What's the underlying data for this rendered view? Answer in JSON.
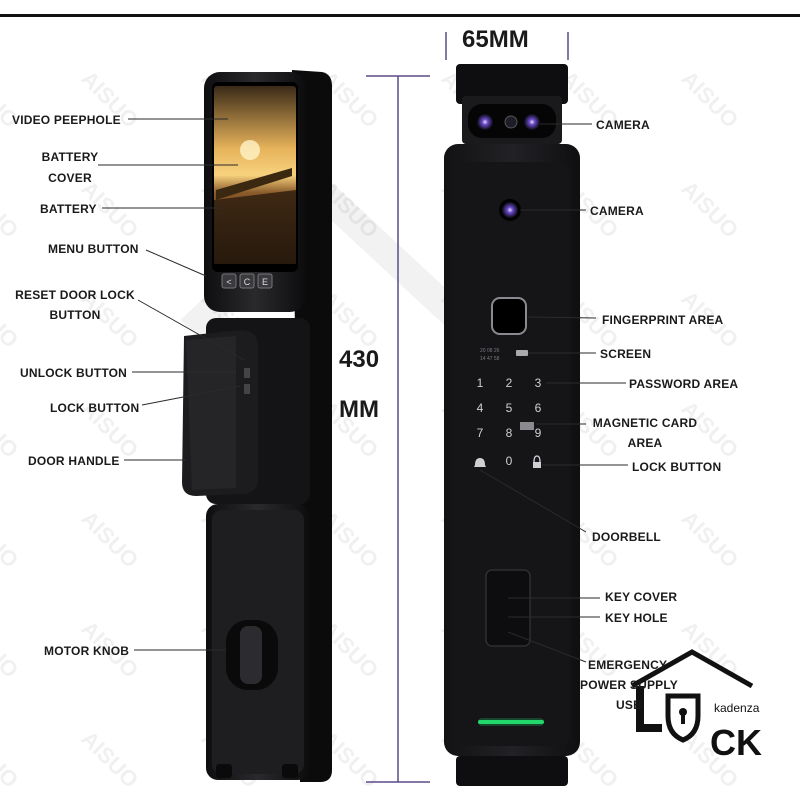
{
  "dimensions": {
    "width": "65MM",
    "height_value": "430",
    "height_unit": "MM"
  },
  "left_labels": {
    "video_peephole": "VIDEO PEEPHOLE",
    "battery_cover_1": "BATTERY",
    "battery_cover_2": "COVER",
    "battery": "BATTERY",
    "menu_button": "MENU BUTTON",
    "reset_1": "RESET DOOR LOCK",
    "reset_2": "BUTTON",
    "unlock_button": "UNLOCK BUTTON",
    "lock_button": "LOCK BUTTON",
    "door_handle": "DOOR HANDLE",
    "motor_knob": "MOTOR KNOB"
  },
  "right_labels": {
    "camera_1": "CAMERA",
    "camera_2": "CAMERA",
    "fingerprint": "FINGERPRINT AREA",
    "screen": "SCREEN",
    "password": "PASSWORD AREA",
    "magnetic_1": "MAGNETIC CARD",
    "magnetic_2": "AREA",
    "lock_button": "LOCK BUTTON",
    "doorbell": "DOORBELL",
    "key_cover": "KEY COVER",
    "key_hole": "KEY HOLE",
    "emergency_1": "EMERGENCY",
    "emergency_2": "POWER SUPPLY",
    "emergency_3": "USB"
  },
  "keypad": {
    "keys": [
      "1",
      "2",
      "3",
      "4",
      "5",
      "6",
      "7",
      "8",
      "9",
      "0"
    ]
  },
  "screen_text": {
    "line1": "20 08 26",
    "line2": "14 47 58"
  },
  "logo": {
    "brand": "kadenza",
    "word_l": "L",
    "word_ck": "CK"
  },
  "watermark_text": "AISUO",
  "colors": {
    "body": "#1c1c1e",
    "accent_green": "#22d86a",
    "dim_line": "#5a4a86",
    "text": "#1a1a1a"
  }
}
